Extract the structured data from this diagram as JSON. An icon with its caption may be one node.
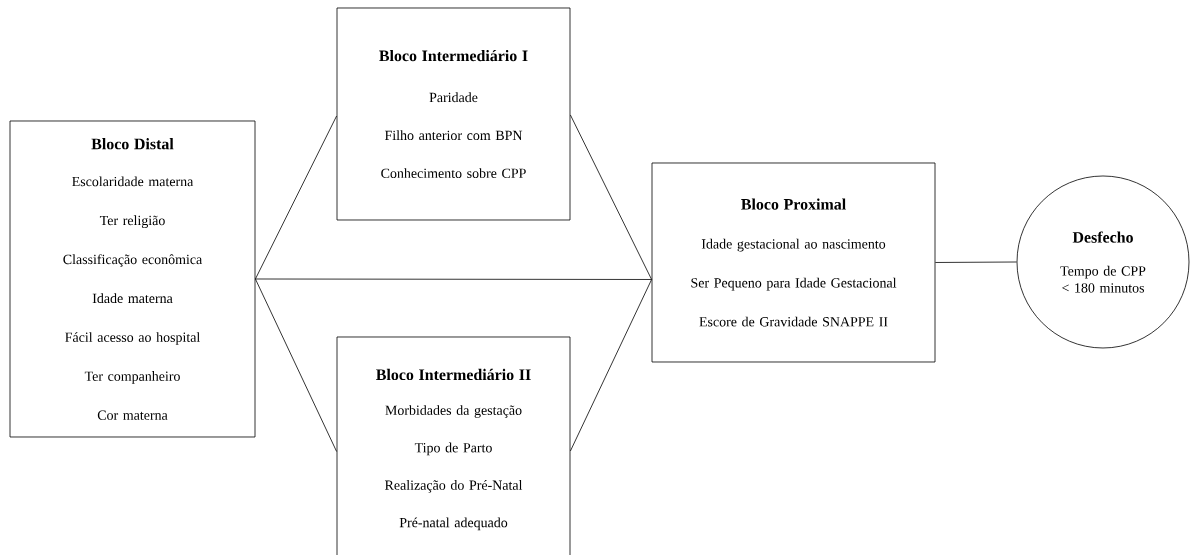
{
  "diagram": {
    "nodes": [
      {
        "text": [
          "Bloco Distal",
          "Escolaridade materna",
          "Ter religião",
          "Classificação econômica",
          "Idade materna",
          "Fácil acesso ao hospital",
          "Ter companheiro",
          "Cor materna"
        ]
      },
      {
        "text": [
          "Bloco Intermediário I",
          "Paridade",
          "Filho anterior com BPN",
          "Conhecimento sobre CPP"
        ]
      },
      {
        "text": [
          "Bloco Intermediário II",
          "Morbidades da gestação",
          "Tipo de Parto",
          "Realização do Pré-Natal",
          "Pré-natal adequado"
        ]
      },
      {
        "text": [
          "Bloco Proximal",
          "Idade gestacional ao nascimento",
          "Ser Pequeno para Idade Gestacional",
          "Escore de Gravidade SNAPPE II"
        ]
      },
      {
        "text": [
          "Desfecho",
          "Tempo de CPP < 180 minutos"
        ]
      }
    ],
    "edges": [
      {
        "from": 0,
        "to": 1,
        "arrow": "none"
      },
      {
        "from": 0,
        "to": 2,
        "arrow": "none"
      },
      {
        "from": 0,
        "to": 3,
        "arrow": "none"
      },
      {
        "from": 1,
        "to": 3,
        "arrow": "none"
      },
      {
        "from": 2,
        "to": 3,
        "arrow": "none"
      },
      {
        "from": 3,
        "to": 4,
        "arrow": "none"
      }
    ]
  }
}
